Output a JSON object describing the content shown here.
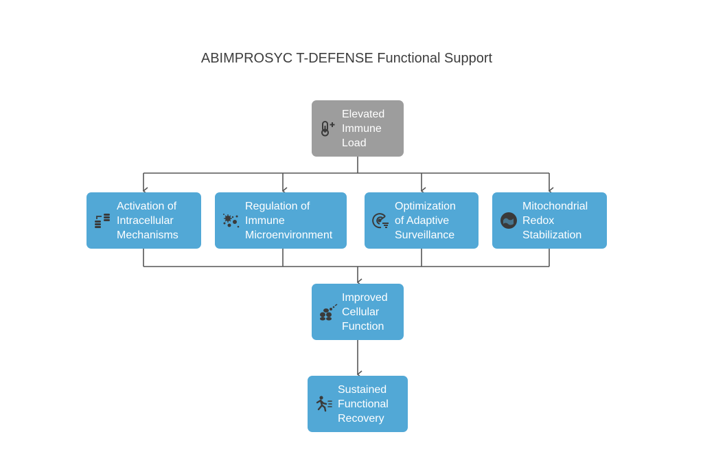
{
  "title": "ABIMPROSYC T-DEFENSE Functional Support",
  "nodes": {
    "source": {
      "line1": "Elevated",
      "line2": "Immune",
      "line3": "Load",
      "icon": "thermometer-plus-icon"
    },
    "mechanisms": [
      {
        "line1": "Activation of",
        "line2": "Intracellular",
        "line3": "Mechanisms",
        "icon": "database-transfer-icon"
      },
      {
        "line1": "Regulation of",
        "line2": "Immune",
        "line3": "Microenvironment",
        "icon": "microbes-icon"
      },
      {
        "line1": "Optimization",
        "line2": "of Adaptive",
        "line3": "Surveillance",
        "icon": "radar-icon"
      },
      {
        "line1": "Mitochondrial",
        "line2": "Redox",
        "line3": "Stabilization",
        "icon": "cell-icon"
      }
    ],
    "outcome": {
      "line1": "Improved",
      "line2": "Cellular",
      "line3": "Function",
      "icon": "cells-icon"
    },
    "final": {
      "line1": "Sustained",
      "line2": "Functional",
      "line3": "Recovery",
      "icon": "running-person-icon"
    }
  },
  "colors": {
    "node": "#52a8d6",
    "source": "#9d9d9d",
    "connector": "#555555",
    "icon": "#3a3a3a"
  }
}
